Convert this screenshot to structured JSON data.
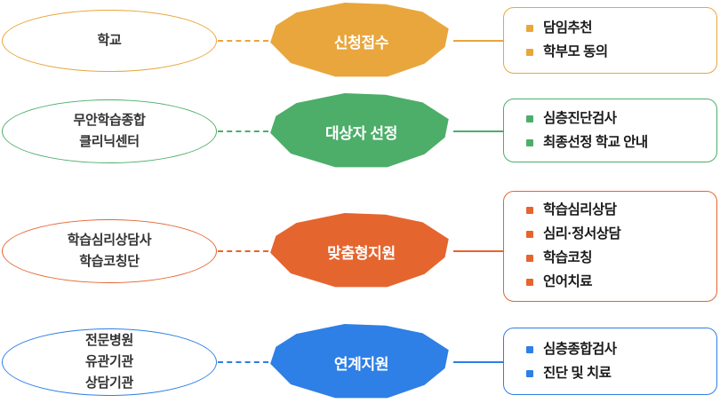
{
  "diagram_title": "support-process-flow",
  "rows": [
    {
      "id": "application",
      "color": "#E9A63C",
      "source": {
        "text": "학교"
      },
      "stage": {
        "label": "신청접수"
      },
      "items": [
        {
          "label": "담임추천"
        },
        {
          "label": "학부모 동의"
        }
      ]
    },
    {
      "id": "selection",
      "color": "#4CAE69",
      "source": {
        "text": "무안학습종합\n클리닉센터"
      },
      "stage": {
        "label": "대상자 선정"
      },
      "items": [
        {
          "label": "심층진단검사"
        },
        {
          "label": "최종선정 학교 안내"
        }
      ]
    },
    {
      "id": "customized-support",
      "color": "#E5652F",
      "source": {
        "text": "학습심리상담사\n학습코칭단"
      },
      "stage": {
        "label": "맞춤형지원"
      },
      "items": [
        {
          "label": "학습심리상담"
        },
        {
          "label": "심리·정서상담"
        },
        {
          "label": "학습코칭"
        },
        {
          "label": "언어치료"
        }
      ]
    },
    {
      "id": "linked-support",
      "color": "#2E7FE6",
      "source": {
        "text": "전문병원\n유관기관\n상담기관"
      },
      "stage": {
        "label": "연계지원"
      },
      "items": [
        {
          "label": "심층종합검사"
        },
        {
          "label": "진단 및 치료"
        }
      ]
    }
  ]
}
